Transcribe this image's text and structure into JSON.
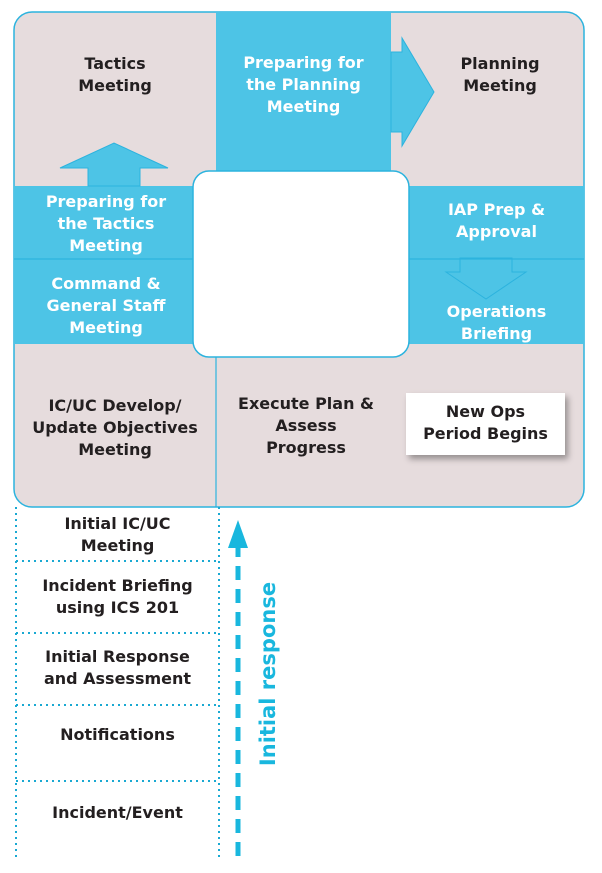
{
  "cycle": {
    "tactics_meeting": "Tactics\nMeeting",
    "preparing_planning": "Preparing for\nthe Planning\nMeeting",
    "planning_meeting": "Planning\nMeeting",
    "preparing_tactics": "Preparing for\nthe Tactics\nMeeting",
    "iap_prep": "IAP Prep &\nApproval",
    "command_staff": "Command &\nGeneral Staff\nMeeting",
    "operations_briefing": "Operations\nBriefing",
    "objectives_meeting": "IC/UC Develop/\nUpdate Objectives\nMeeting",
    "execute_plan": "Execute Plan &\nAssess\nProgress",
    "new_ops_period": "New Ops\nPeriod Begins"
  },
  "initial_steps": [
    "Initial IC/UC\nMeeting",
    "Incident Briefing\nusing ICS 201",
    "Initial Response\nand Assessment",
    "Notifications",
    "Incident/Event"
  ],
  "initial_response_label": "Initial response",
  "colors": {
    "box_fill": "#e6dcdd",
    "accent": "#4dc4e6",
    "accent_border": "#2cb3de",
    "text": "#231f20",
    "dotted": "#1aa9d2"
  }
}
